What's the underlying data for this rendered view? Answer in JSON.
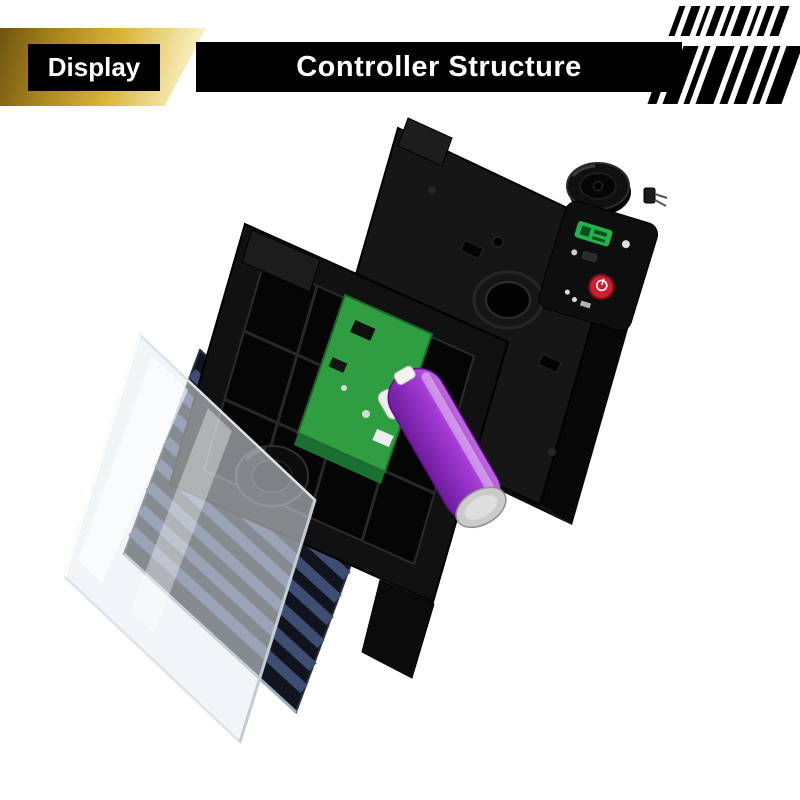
{
  "header": {
    "badge_label": "Display",
    "title": "Controller Structure"
  },
  "colors": {
    "ribbon_gold_dark": "#6e5410",
    "ribbon_gold_light": "#fffbe6",
    "header_bar_black": "#000000",
    "glass_tint": "#e8edf1",
    "solar_cell_navy": "#10141f",
    "solar_stripe_blue": "#3f4d72",
    "housing_black": "#111111",
    "back_housing_black": "#161616",
    "pcb_green": "#2f9e41",
    "battery_purple": "#a33bd4",
    "battery_cap_silver": "#cbcbcb",
    "indicator_green": "#22b14c",
    "power_button_red": "#cf1f2e"
  },
  "illustration": {
    "parts": [
      "glass-cover",
      "solar-panel",
      "front-housing",
      "circuit-board",
      "battery",
      "back-housing",
      "control-panel",
      "buzzer"
    ]
  }
}
